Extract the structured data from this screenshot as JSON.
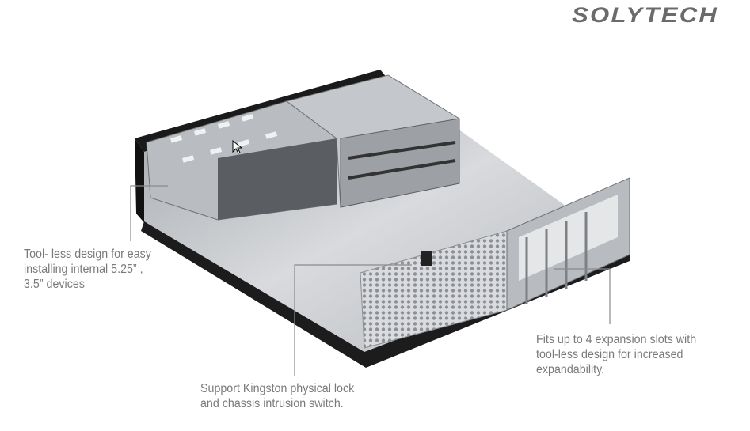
{
  "brand": {
    "logo_text": "SOLYTECH"
  },
  "callouts": {
    "toolless_drive": "Tool- less design for  easy\ninstalling  internal 5.25” ,\n3.5”  devices",
    "kingston_lock": "Support  Kingston  physical lock\nand chassis intrusion switch.",
    "expansion_slots": "Fits up to 4 expansion slots  with\ntool-less design for increased\nexpandability."
  },
  "colors": {
    "text": "#7a7a7a",
    "logo": "#6b6b6b",
    "chassis_black": "#1a1a1a",
    "steel": "#c9ccd0"
  }
}
